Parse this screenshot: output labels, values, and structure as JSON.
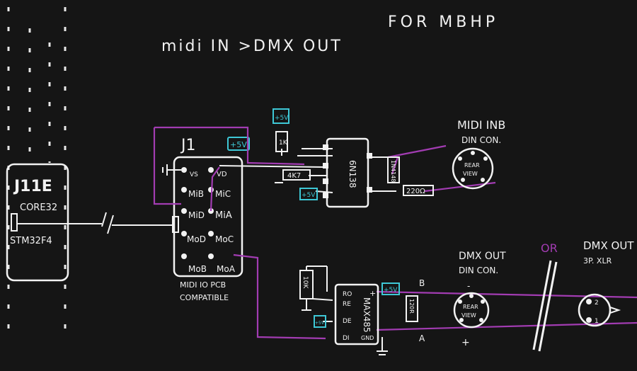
{
  "title": {
    "line1": "midi IN >DMX OUT",
    "line2": "FOR MBHP"
  },
  "module_j11e": {
    "name": "J11E",
    "core": "CORE32",
    "mcu": "STM32F4"
  },
  "connector_j1": {
    "name": "J1",
    "power_label": "+5V",
    "pins": {
      "vs": "VS",
      "vd": "VD",
      "mib_top": "MiB",
      "mic": "MiC",
      "mid_left": "MiD",
      "mia": "MiA",
      "mod": "MoD",
      "moc": "MoC",
      "mob": "MoB",
      "moa": "MoA"
    },
    "caption_line1": "MIDI IO PCB",
    "caption_line2": "COMPATIBLE"
  },
  "midi_in": {
    "optocoupler": "6N138",
    "supply_top": "+5V",
    "supply_bottom": "+5V",
    "res_pullup": "1K",
    "res_mid": "4K7",
    "res_series": "220Ω",
    "diode": "1N4148",
    "connector_title": "MIDI INB",
    "connector_sub": "DIN CON.",
    "view_line1": "REAR",
    "view_line2": "VIEW"
  },
  "dmx_out": {
    "driver": "MAX485",
    "pins": {
      "ro": "RO",
      "re": "RE",
      "de": "DE",
      "di": "DI",
      "vcc": "+",
      "gnd": "GND"
    },
    "supply": "+5V",
    "de_supply": "+5V",
    "res_left": "10K",
    "res_term": "120R",
    "line_b": "B",
    "line_a": "A",
    "din_title": "DMX OUT",
    "din_sub": "DIN CON.",
    "din_plus": "+",
    "din_minus": "-",
    "or_label": "OR",
    "xlr_title": "DMX OUT",
    "xlr_sub": "3P. XLR",
    "xlr_pin_top": "2",
    "xlr_pin_bottom": "1",
    "view_line1": "REAR",
    "view_line2": "VIEW"
  },
  "colors": {
    "board": "#151515",
    "chalk": "#f2f2f2",
    "wire_purple": "#a23cb2",
    "marker_cyan": "#3ec8d6"
  }
}
